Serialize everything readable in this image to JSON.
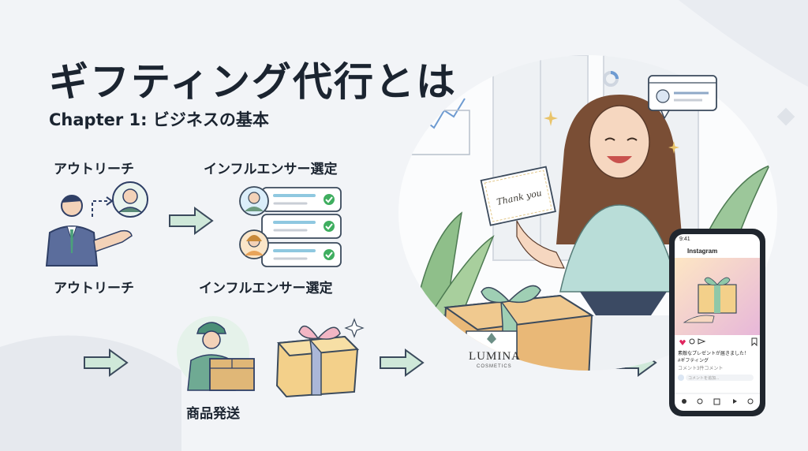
{
  "title": "ギフティング代行とは",
  "subtitle": "Chapter 1: ビジネスの基本",
  "steps": {
    "outreach_top": "アウトリーチ",
    "selection_top": "インフルエンサー選定",
    "outreach_bottom": "アウトリーチ",
    "selection_bottom": "インフルエンサー選定",
    "shipping": "商品発送"
  },
  "card": {
    "text": "Thank you"
  },
  "box": {
    "brand": "LUMINA",
    "brand_sub": "COSMETICS"
  },
  "phone": {
    "time": "9:41",
    "app": "Instagram",
    "caption_line1": "素敵なプレゼントが届きました！",
    "caption_line2": "#ギフティング",
    "comments": "コメント3件コメント",
    "comment_placeholder": "コメントを追加..."
  },
  "colors": {
    "accent_green": "#8fc8a8",
    "arrow": "#9fd0b4",
    "check": "#3fae5f",
    "navy": "#2f3f66"
  }
}
